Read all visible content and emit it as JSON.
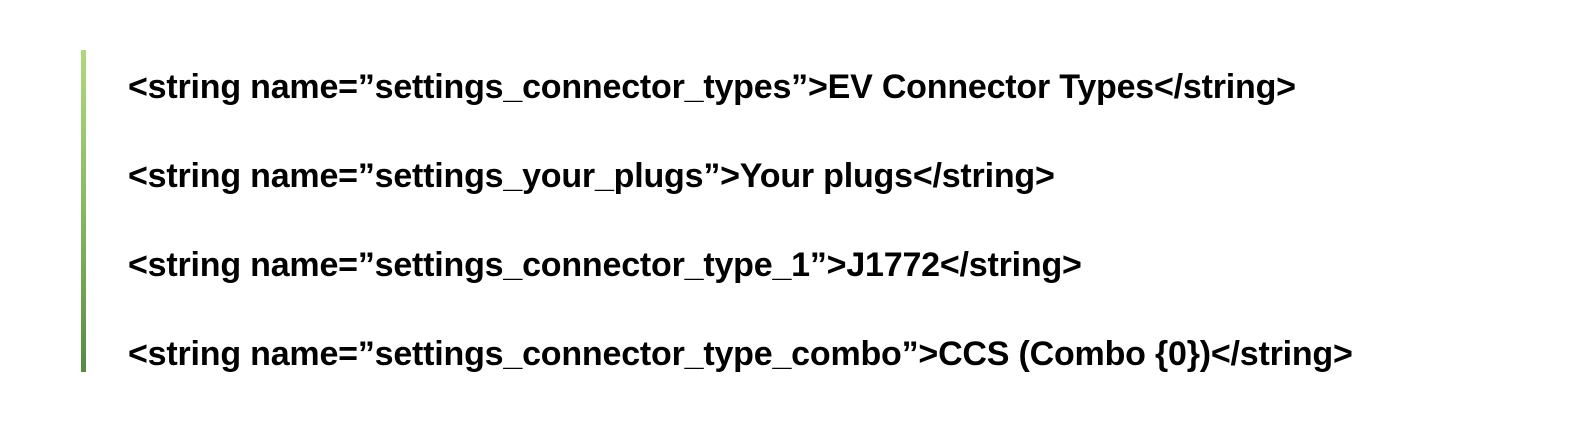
{
  "page": {
    "background_color": "#ffffff",
    "text_color": "#010101"
  },
  "accent_bar": {
    "name": "left-accent-bar",
    "gradient_start_color": "#b2d77f",
    "gradient_end_color": "#568a42",
    "orientation": "vertical"
  },
  "code_block": {
    "language": "xml",
    "lines": [
      {
        "raw": "<string name=”settings_connector_types”>EV Connector Types</string>",
        "resource_name": "settings_connector_types",
        "value": "EV Connector Types"
      },
      {
        "raw": "<string name=”settings_your_plugs”>Your plugs</string>",
        "resource_name": "settings_your_plugs",
        "value": "Your plugs"
      },
      {
        "raw": "<string name=”settings_connector_type_1”>J1772</string>",
        "resource_name": "settings_connector_type_1",
        "value": "J1772"
      },
      {
        "raw": "<string name=”settings_connector_type_combo”>CCS (Combo {0})</string>",
        "resource_name": "settings_connector_type_combo",
        "value": "CCS (Combo {0})"
      }
    ]
  }
}
